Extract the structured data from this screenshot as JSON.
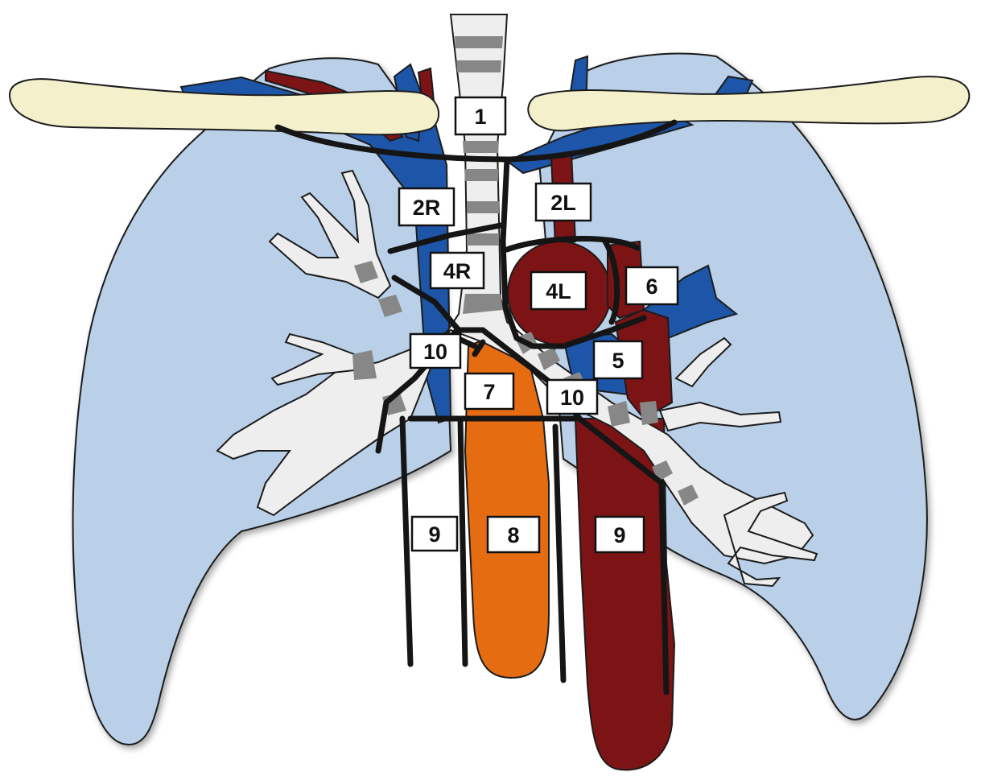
{
  "diagram": {
    "colors": {
      "lung": "#b9d0e8",
      "clavicle": "#f4f0cc",
      "vein": "#1d56a8",
      "artery": "#7c1416",
      "esophagus": "#e66c12",
      "airway_light": "#eeeeee",
      "airway_dark": "#878787",
      "node_line": "#151515",
      "background": "#ffffff"
    },
    "station_labels": {
      "s1": "1",
      "s2r": "2R",
      "s2l": "2L",
      "s4r": "4R",
      "s4l": "4L",
      "s5": "5",
      "s6": "6",
      "s7": "7",
      "s8": "8",
      "s9_right": "9",
      "s9_left": "9",
      "s10_right": "10",
      "s10_left": "10"
    }
  }
}
